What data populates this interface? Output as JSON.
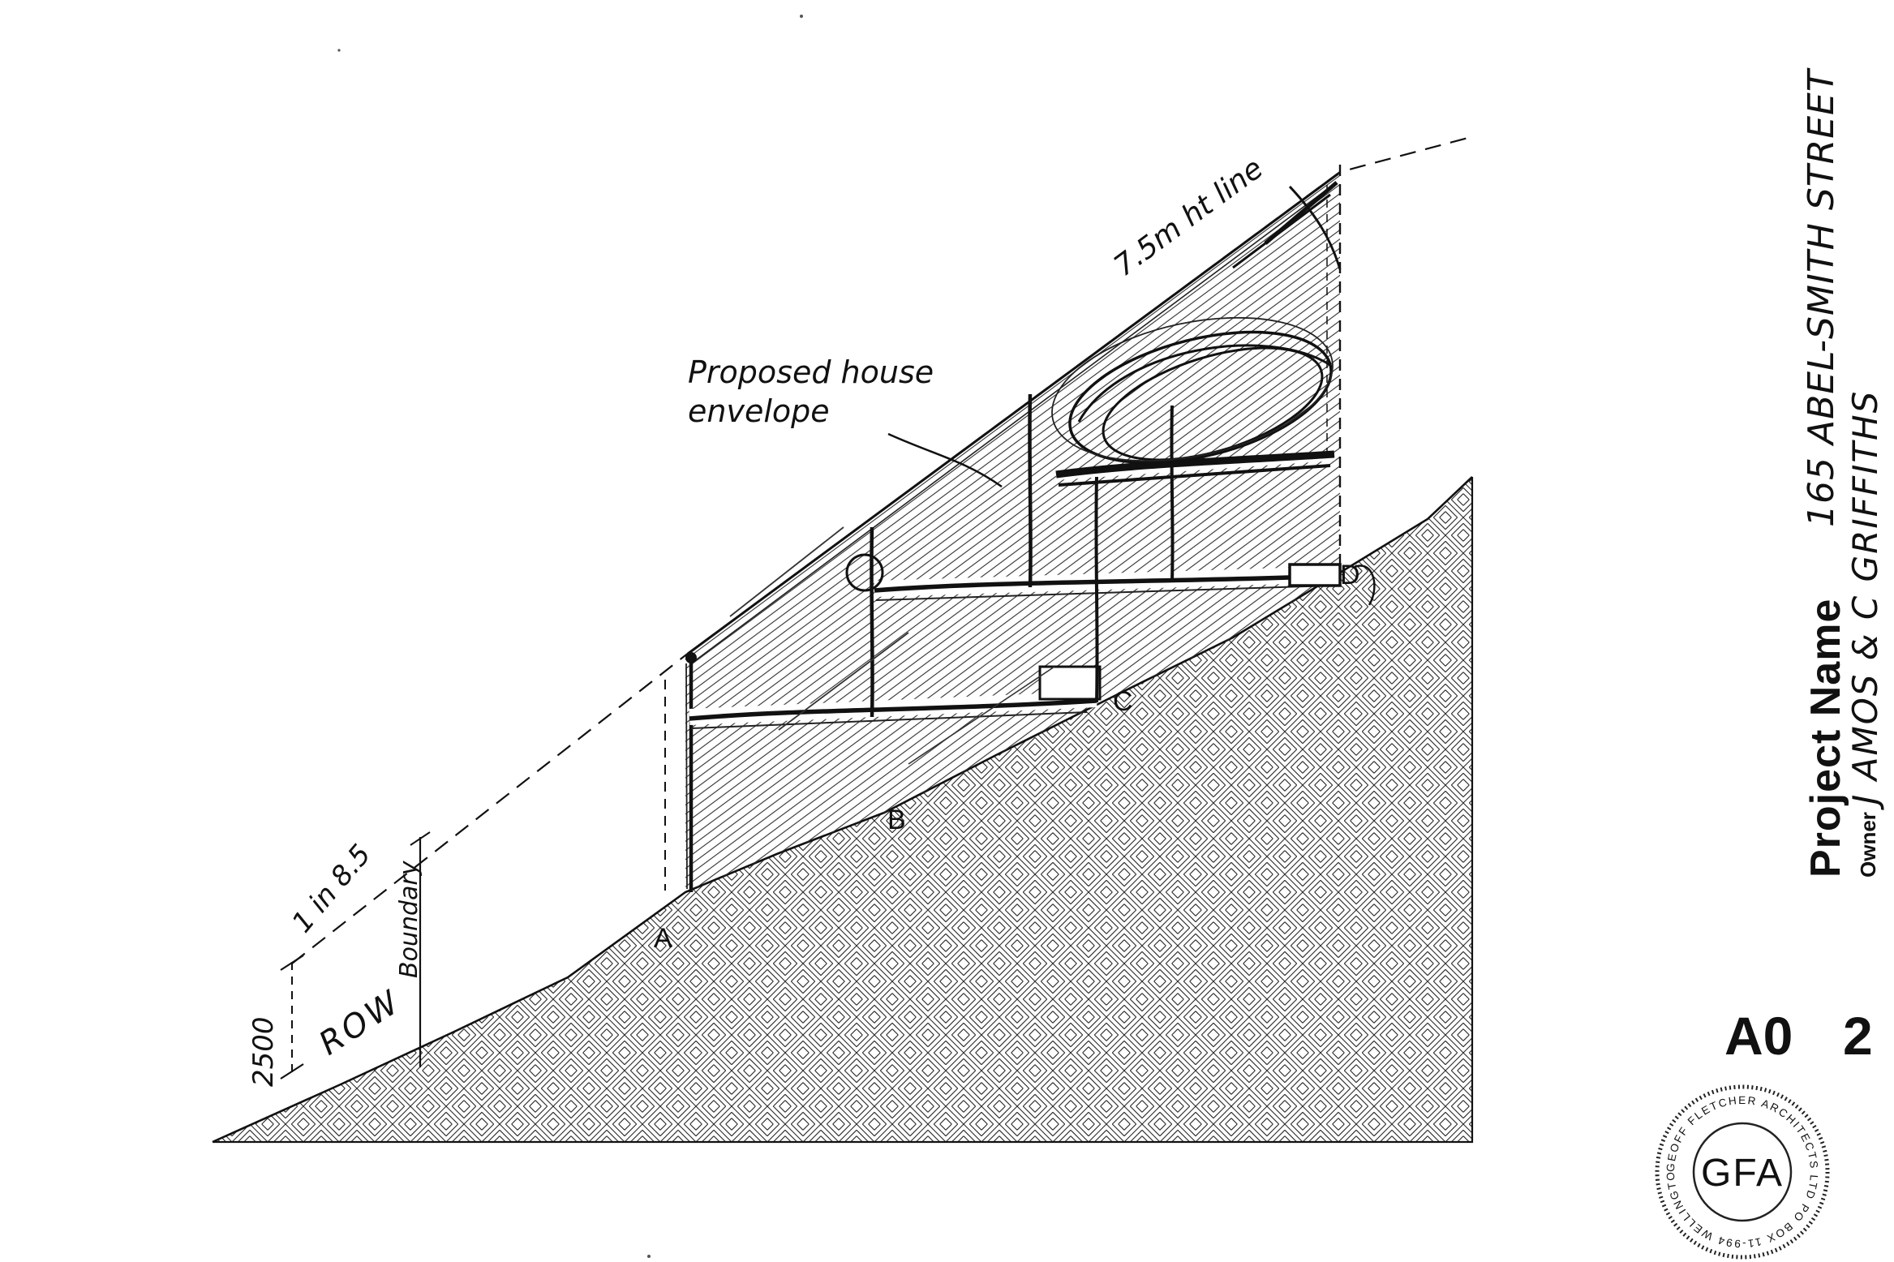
{
  "drawing": {
    "labels": {
      "envelope_line1": "Proposed house",
      "envelope_line2": "envelope",
      "height_line": "7.5m ht line",
      "slope": "1 in 8.5",
      "boundary": "Boundary",
      "row": "ROW",
      "dim_2500": "2500",
      "point_a": "A",
      "point_b": "B",
      "point_c": "C",
      "point_d": "D"
    }
  },
  "title_block": {
    "project_name_label": "Project Name",
    "project_name_value": "165 ABEL-SMITH STREET",
    "owner_label": "Owner",
    "owner_value": "J AMOS & C GRIFFITHS",
    "sheet_size": "A0",
    "sheet_number": "2"
  },
  "stamp": {
    "initials": "GFA",
    "ring_text": "GEOFF FLETCHER ARCHITECTS LTD PO BOX 11-994 WELLINGTON"
  }
}
